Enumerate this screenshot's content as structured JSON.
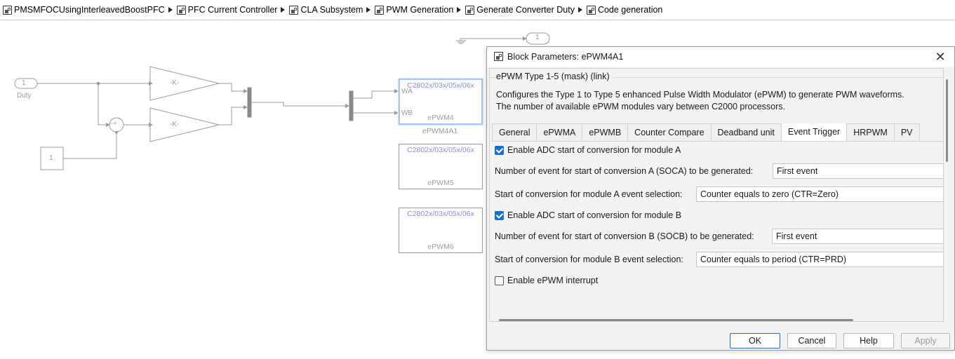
{
  "breadcrumb": [
    "PMSMFOCUsingInterleavedBoostPFC",
    "PFC Current Controller",
    "CLA Subsystem",
    "PWM Generation",
    "Generate Converter Duty",
    "Code generation"
  ],
  "model": {
    "inport": {
      "number": "1",
      "label": "Duty"
    },
    "constant": {
      "value": "1"
    },
    "gain1": {
      "label": "-K-"
    },
    "gain2": {
      "label": "-K-"
    },
    "sum": {
      "signs": "−+"
    },
    "outport": {
      "number": "1"
    },
    "pwm_blocks": [
      {
        "title": "C2802x/03x/05x/06x",
        "name": "ePWM4",
        "caption": "ePWM4A1",
        "port_a": "WA",
        "port_b": "WB"
      },
      {
        "title": "C2802x/03x/05x/06x",
        "name": "ePWM5"
      },
      {
        "title": "C2802x/03x/05x/06x",
        "name": "ePWM6"
      }
    ]
  },
  "dialog": {
    "title": "Block Parameters: ePWM4A1",
    "mask_type": "ePWM Type 1-5 (mask) (link)",
    "description": [
      "Configures the Type 1 to Type 5 enhanced Pulse Width Modulator (ePWM) to generate PWM waveforms.",
      "The number of available ePWM modules vary between C2000 processors."
    ],
    "tabs": [
      "General",
      "ePWMA",
      "ePWMB",
      "Counter Compare",
      "Deadband unit",
      "Event Trigger",
      "HRPWM",
      "PV"
    ],
    "active_tab": "Event Trigger",
    "params": {
      "enable_soca": {
        "label": "Enable ADC start of conversion for module A",
        "checked": true
      },
      "soca_count": {
        "label": "Number of event for start of conversion A (SOCA) to be generated:",
        "value": "First event"
      },
      "soca_select": {
        "label": "Start of conversion for module A event selection:",
        "value": "Counter equals to zero (CTR=Zero)"
      },
      "enable_socb": {
        "label": "Enable ADC start of conversion for module B",
        "checked": true
      },
      "socb_count": {
        "label": "Number of event for start of conversion B (SOCB) to be generated:",
        "value": "First event"
      },
      "socb_select": {
        "label": "Start of conversion for module B event selection:",
        "value": "Counter equals to period (CTR=PRD)"
      },
      "enable_int": {
        "label": "Enable ePWM interrupt",
        "checked": false
      }
    },
    "buttons": {
      "ok": "OK",
      "cancel": "Cancel",
      "help": "Help",
      "apply": "Apply"
    }
  }
}
